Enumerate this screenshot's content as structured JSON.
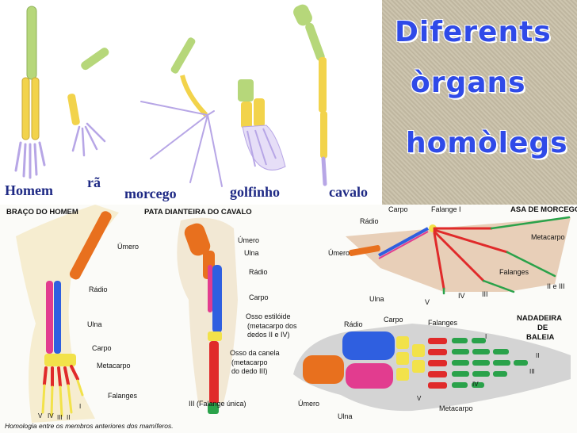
{
  "title": {
    "line1": "Diferents",
    "line2": "òrgans",
    "line3": "homòlegs"
  },
  "animals": {
    "homem": "Homem",
    "ra": "rã",
    "morcego": "morcego",
    "golfinho": "golfinho",
    "cavalo": "cavalo"
  },
  "panels": {
    "human": {
      "header": "BRAÇO DO HOMEM",
      "labels": [
        "Úmero",
        "Rádio",
        "Ulna",
        "Carpo",
        "Metacarpo",
        "Falanges"
      ],
      "numerals": [
        "I",
        "II",
        "III",
        "IV",
        "V"
      ]
    },
    "horse": {
      "header": "PATA DIANTEIRA DO CAVALO",
      "labels": [
        "Úmero",
        "Ulna",
        "Rádio",
        "Carpo",
        "Osso estilóide",
        "(metacarpo dos",
        "dedos II e IV)",
        "Osso da canela",
        "(metacarpo",
        "do dedo III)",
        "III (Falange única)"
      ]
    },
    "bat": {
      "header": "ASA DE MORCEGO",
      "labels": [
        "Carpo",
        "Falange I",
        "Rádio",
        "Úmero",
        "Metacarpo",
        "Falanges",
        "Ulna",
        "V",
        "IV",
        "III",
        "II e III"
      ]
    },
    "whale": {
      "header": [
        "NADADEIRA",
        "DE",
        "BALEIA"
      ],
      "labels": [
        "Rádio",
        "Carpo",
        "Falanges",
        "Úmero",
        "Ulna",
        "Metacarpo"
      ],
      "numerals": [
        "I",
        "II",
        "III",
        "IV",
        "V"
      ]
    }
  },
  "caption": "Homologia entre os membros anteriores dos mamíferos.",
  "colors": {
    "title": "#2f4ae8",
    "humerus": "#e8701e",
    "radius": "#2f5fe0",
    "ulna": "#e23c8f",
    "carpals": "#f2e24a",
    "metacarpals": "#e02a2a",
    "phalanges": "#2aa24a",
    "bone_green": "#b6d77a",
    "bone_yellow": "#f2d34b",
    "bone_lilac": "#b7a6e6"
  }
}
